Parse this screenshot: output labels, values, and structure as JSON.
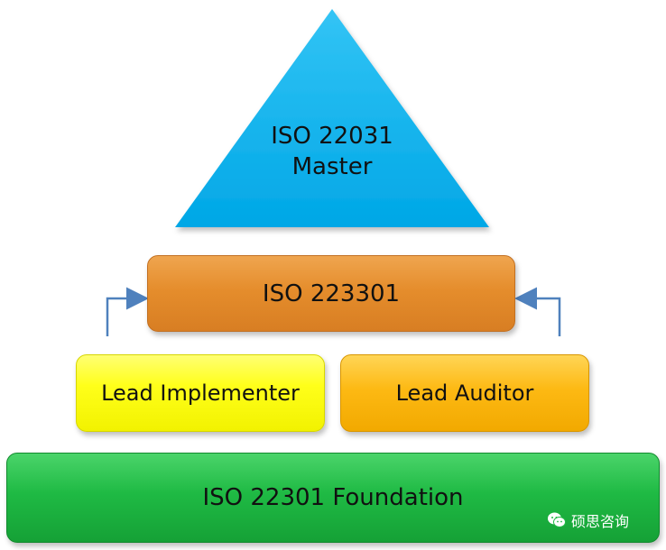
{
  "diagram": {
    "master": {
      "line1": "ISO 22031",
      "line2": "Master"
    },
    "iso223301": {
      "label": "ISO 223301"
    },
    "lead_implementer": {
      "label": "Lead Implementer"
    },
    "lead_auditor": {
      "label": "Lead Auditor"
    },
    "foundation": {
      "label": "ISO 22301 Foundation"
    },
    "watermark": {
      "icon": "wechat-icon",
      "text": "硕思咨询"
    }
  },
  "colors": {
    "triangle": "#00b0f0",
    "iso223301": "#e58d2c",
    "lead_implementer": "#ffff1a",
    "lead_auditor": "#fdb913",
    "foundation": "#1fba44",
    "arrow": "#4f81bd"
  }
}
